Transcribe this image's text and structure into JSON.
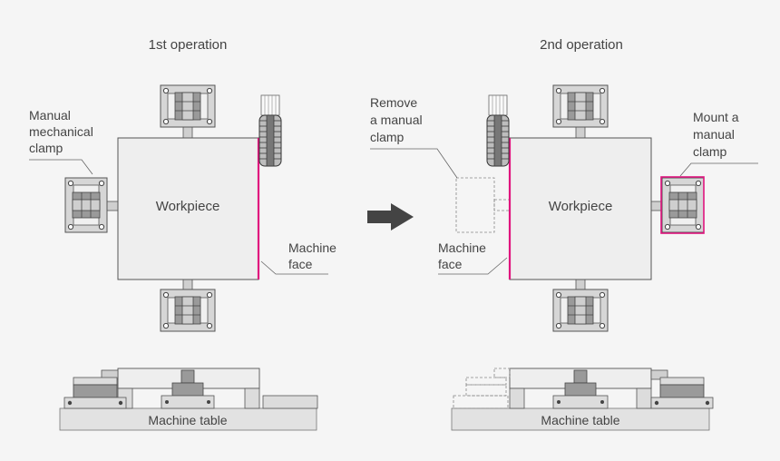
{
  "titles": {
    "first": "1st operation",
    "second": "2nd operation"
  },
  "labels": {
    "workpiece": "Workpiece",
    "machine_table": "Machine table",
    "manual_clamp_line1": "Manual",
    "manual_clamp_line2": "mechanical",
    "manual_clamp_line3": "clamp",
    "machine_face_line1": "Machine",
    "machine_face_line2": "face",
    "remove_line1": "Remove",
    "remove_line2": "a manual",
    "remove_line3": "clamp",
    "mount_line1": "Mount a",
    "mount_line2": "manual",
    "mount_line3": "clamp"
  },
  "colors": {
    "accent": "#e0147e",
    "workpiece_fill": "#eeeeee",
    "clamp_fill": "#cfcfcf",
    "clamp_dark": "#8c8c8c",
    "table_fill": "#e2e2e2",
    "arrow": "#444444",
    "stroke": "#555555"
  },
  "icons": {
    "arrow": "right-arrow-icon",
    "tool": "face-mill-cutter-icon"
  }
}
